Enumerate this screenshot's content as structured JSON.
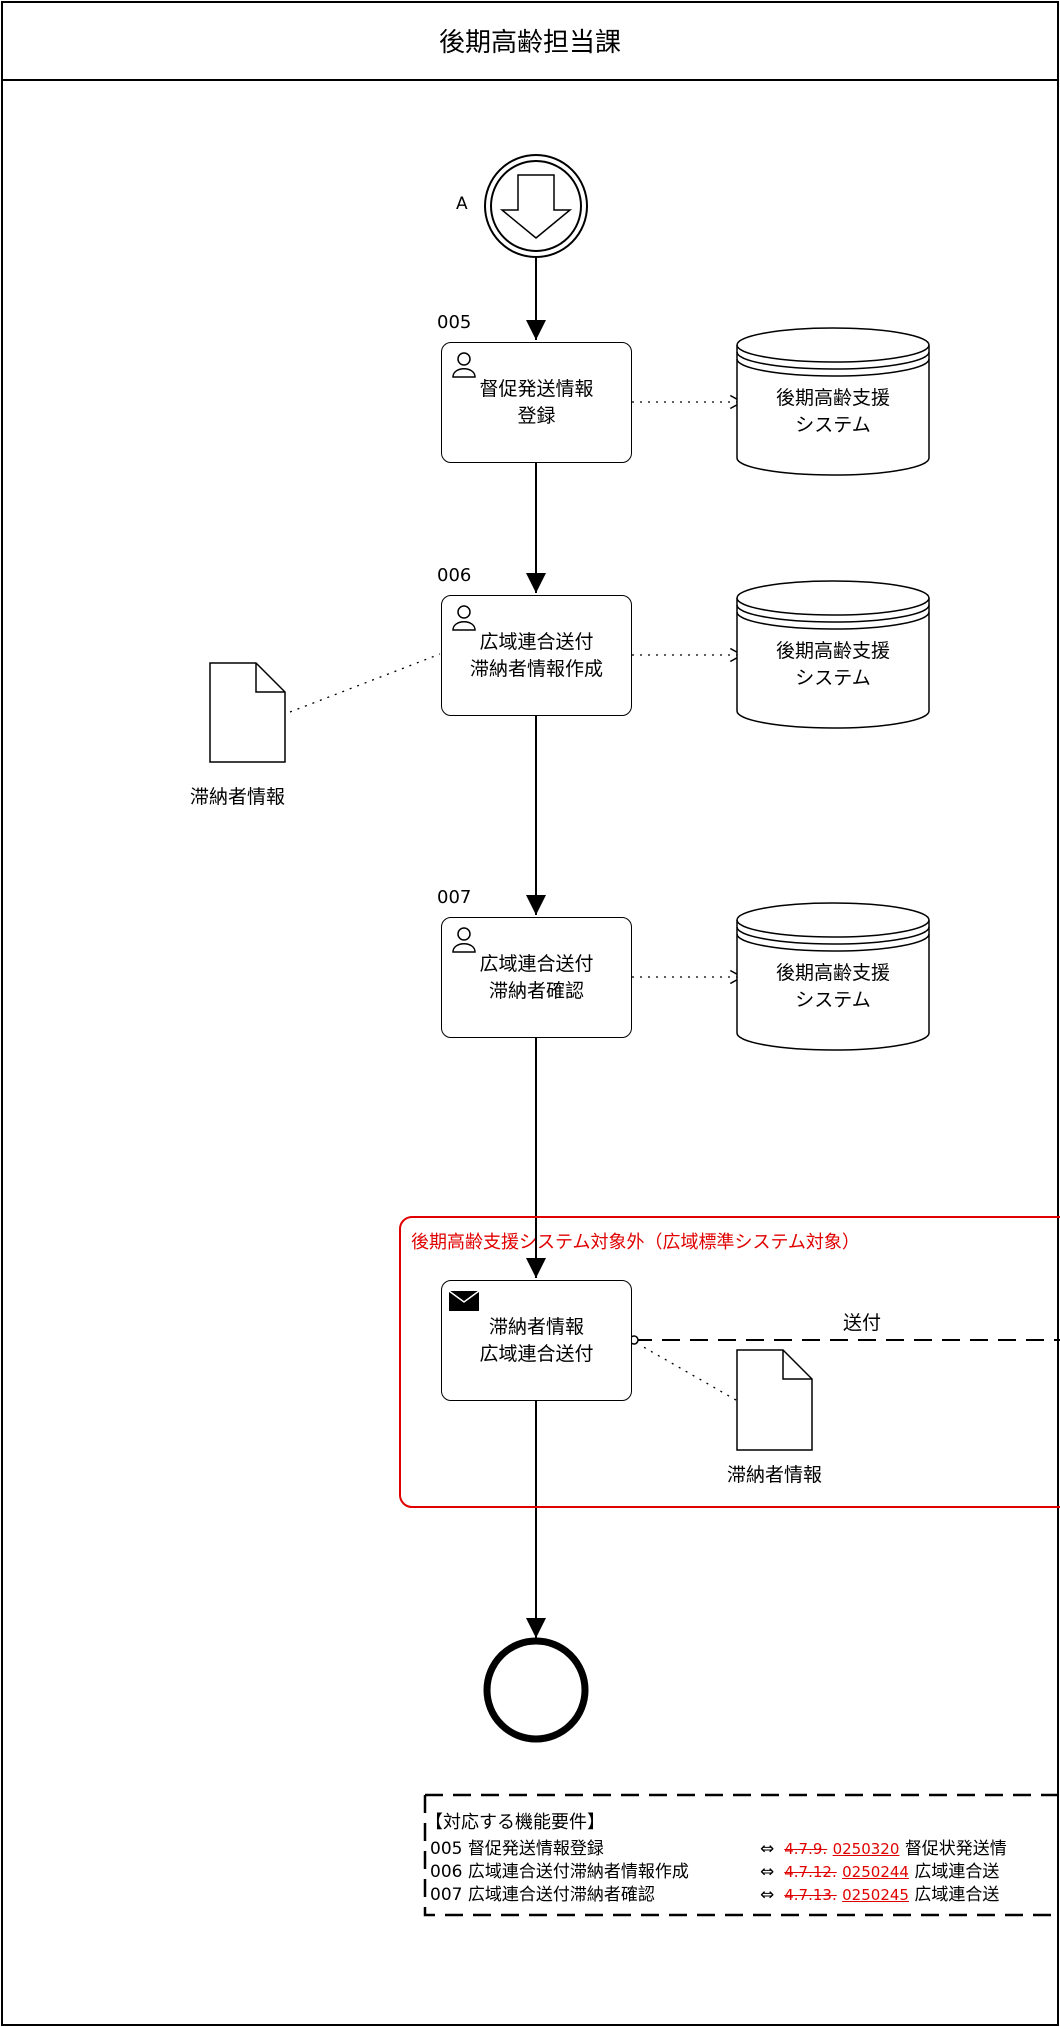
{
  "header": {
    "title": "後期高齢担当課"
  },
  "start_event": {
    "label": "A"
  },
  "tasks": [
    {
      "id": "005",
      "line1": "督促発送情報",
      "line2": "登録"
    },
    {
      "id": "006",
      "line1": "広域連合送付",
      "line2": "滞納者情報作成"
    },
    {
      "id": "007",
      "line1": "広域連合送付",
      "line2": "滞納者確認"
    },
    {
      "id": "",
      "line1": "滞納者情報",
      "line2": "広域連合送付"
    }
  ],
  "systems": [
    {
      "line1": "後期高齢支援",
      "line2": "システム"
    },
    {
      "line1": "後期高齢支援",
      "line2": "システム"
    },
    {
      "line1": "後期高齢支援",
      "line2": "システム"
    }
  ],
  "documents": [
    {
      "label": "滞納者情報"
    },
    {
      "label": "滞納者情報"
    }
  ],
  "group": {
    "label": "後期高齢支援システム対象外（広域標準システム対象）",
    "color": "#e00000"
  },
  "message_flow": {
    "label": "送付"
  },
  "requirements": {
    "heading": "【対応する機能要件】",
    "rows": [
      {
        "task": "005 督促発送情報登録",
        "arrow": "⇔",
        "old": "4.7.9.",
        "new": "0250320",
        "name": "督促状発送情"
      },
      {
        "task": "006 広域連合送付滞納者情報作成",
        "arrow": "⇔",
        "old": "4.7.12.",
        "new": "0250244",
        "name": "広域連合送"
      },
      {
        "task": "007 広域連合送付滞納者確認",
        "arrow": "⇔",
        "old": "4.7.13.",
        "new": "0250245",
        "name": "広域連合送"
      }
    ]
  }
}
